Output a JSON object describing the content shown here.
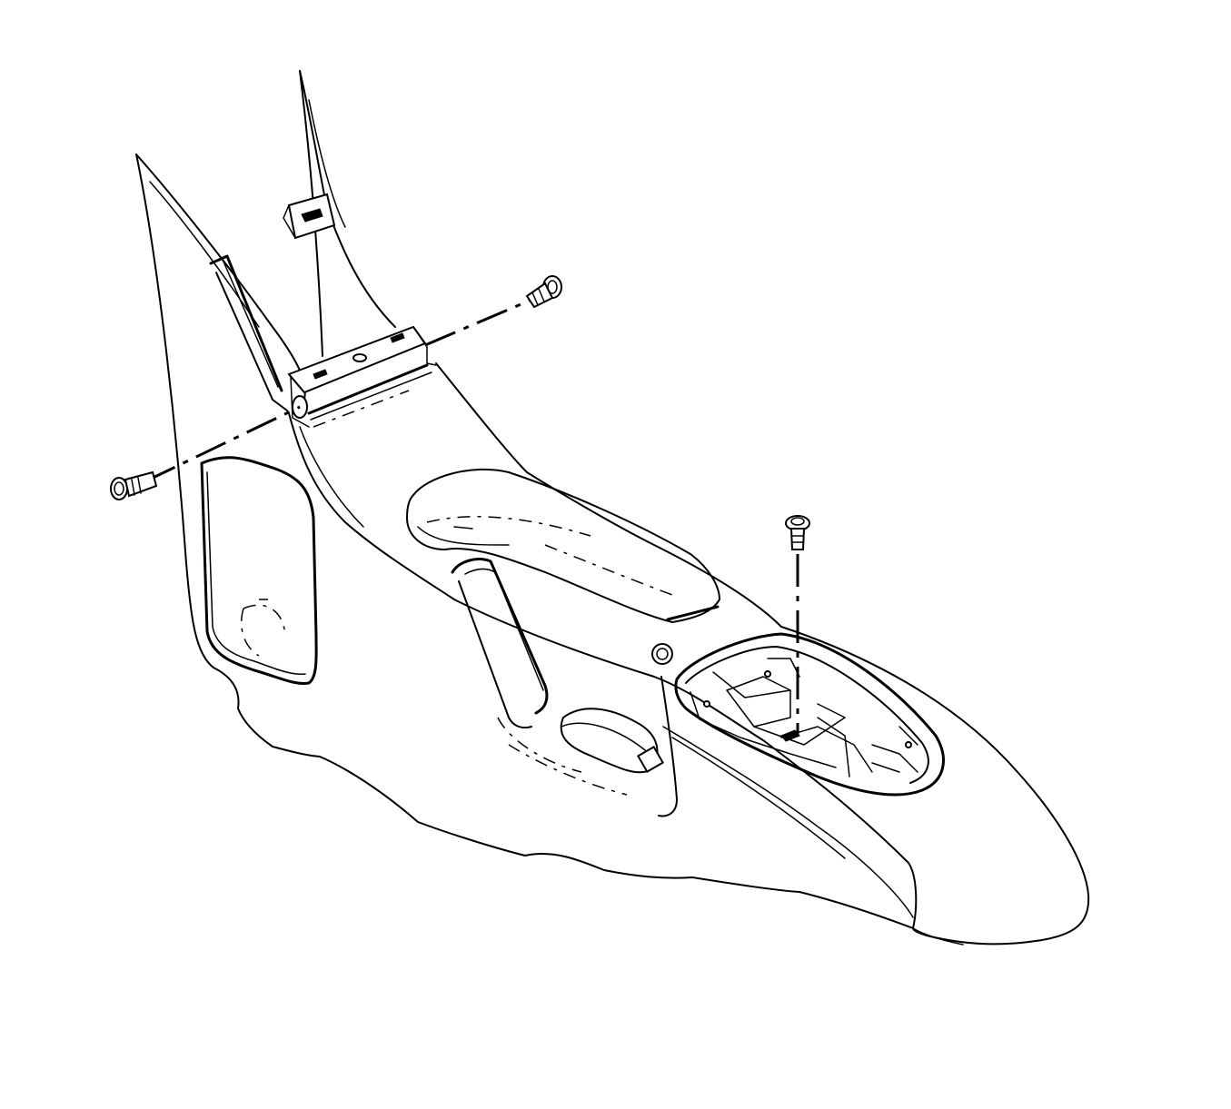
{
  "figure": {
    "background": "#ffffff",
    "line_color": "#000000",
    "parts": [
      {
        "name": "floor-console-body",
        "icon": "console-outline"
      },
      {
        "name": "front-bracket",
        "icon": "bracket-outline"
      },
      {
        "name": "armrest-pad",
        "icon": "armrest-outline"
      },
      {
        "name": "park-brake-handle",
        "icon": "lever-outline"
      },
      {
        "name": "rear-storage-compartment",
        "icon": "compartment-outline"
      },
      {
        "name": "side-panel-insert",
        "icon": "panel-outline"
      },
      {
        "name": "fastener-left",
        "icon": "screw-icon"
      },
      {
        "name": "fastener-upper-right",
        "icon": "screw-icon"
      },
      {
        "name": "fastener-rear",
        "icon": "screw-icon"
      }
    ]
  }
}
